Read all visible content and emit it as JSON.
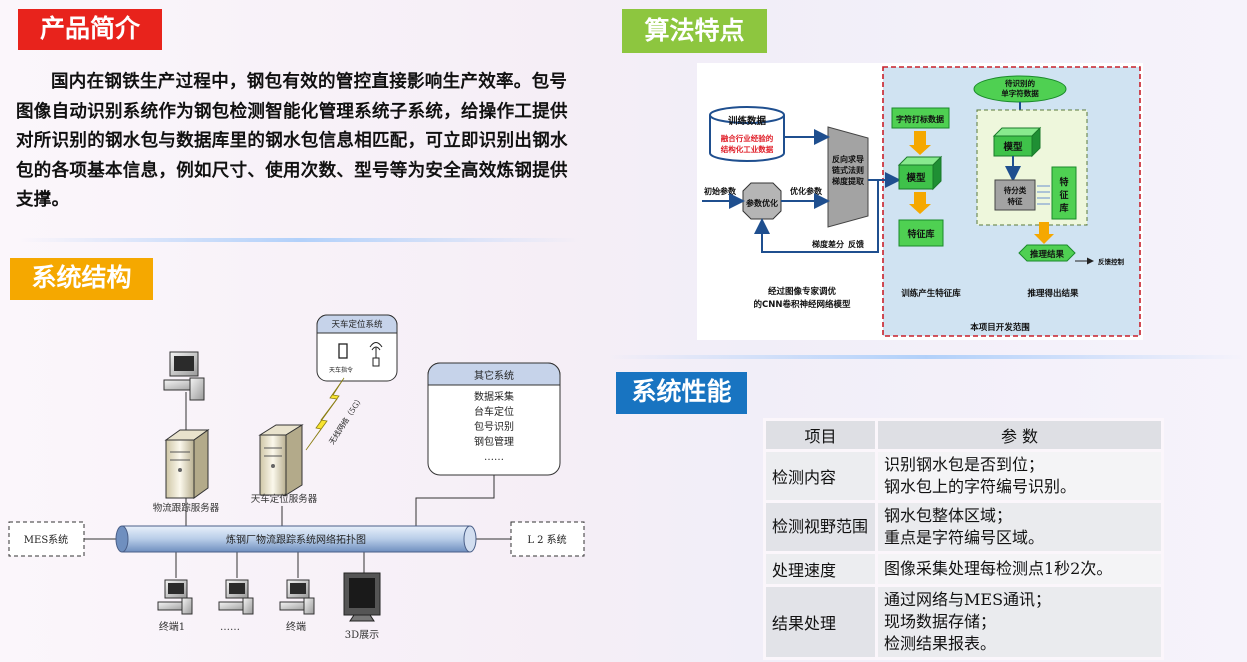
{
  "intro": {
    "title": "产品简介",
    "body": "国内在钢铁生产过程中，钢包有效的管控直接影响生产效率。包号图像自动识别系统作为钢包检测智能化管理系统子系统，给操作工提供对所识别的钢水包与数据库里的钢水包信息相匹配，可立即识别出钢水包的各项基本信息，例如尺寸、使用次数、型号等为安全高效炼钢提供支撑。",
    "title_color": "#e8231c"
  },
  "structure": {
    "title": "系统结构",
    "title_color": "#f5a800",
    "crane_system": "天车定位系统",
    "crane_cmd": "天车指令",
    "wireless": "无线网络（5G）",
    "other_system": "其它系统",
    "other_items": [
      "数据采集",
      "台车定位",
      "包号识别",
      "钢包管理",
      "……"
    ],
    "logistics_server": "物流跟踪服务器",
    "crane_server": "天车定位服务器",
    "network_bus": "炼钢厂物流跟踪系统网络拓扑图",
    "mes": "MES系统",
    "l2": "L 2 系统",
    "terminal1": "终端1",
    "dots": "……",
    "terminal": "终端",
    "display3d": "3D展示"
  },
  "algorithm": {
    "title": "算法特点",
    "title_color": "#8dc63f",
    "train_data": "训练数据",
    "train_sub_1": "融合行业经验的",
    "train_sub_2": "结构化工业数据",
    "init_param": "初始参数",
    "param_opt": "参数优化",
    "opt_param": "优化参数",
    "backprop_1": "反向求导",
    "backprop_2": "链式法则",
    "backprop_3": "梯度提取",
    "grad_diff": "梯度差分",
    "feedback": "反馈",
    "char_label_data": "字符打标数据",
    "model": "模型",
    "feature_lib": "特征库",
    "to_recognize_1": "待识别的",
    "to_recognize_2": "单字符数据",
    "model2": "模型",
    "pending_1": "待分类",
    "pending_2": "特征",
    "feature_lib_v": "特征库",
    "infer_result": "推理结果",
    "feedback_ctrl": "反馈控制",
    "caption_left_1": "经过图像专家调优",
    "caption_left_2": "的CNN卷积神经网络模型",
    "caption_mid": "训练产生特征库",
    "caption_right": "推理得出结果",
    "scope": "本项目开发范围"
  },
  "performance": {
    "title": "系统性能",
    "title_color": "#1874c1",
    "col_item": "项目",
    "col_param": "参  数",
    "rows": [
      {
        "item": "检测内容",
        "lines": [
          "识别钢水包是否到位；",
          "钢水包上的字符编号识别。"
        ]
      },
      {
        "item": "检测视野范围",
        "lines": [
          "钢水包整体区域；",
          "重点是字符编号区域。"
        ]
      },
      {
        "item": "处理速度",
        "lines": [
          "图像采集处理每检测点1秒2次。"
        ]
      },
      {
        "item": "结果处理",
        "lines": [
          "通过网络与MES通讯；",
          "现场数据存储；",
          "检测结果报表。"
        ]
      }
    ]
  }
}
